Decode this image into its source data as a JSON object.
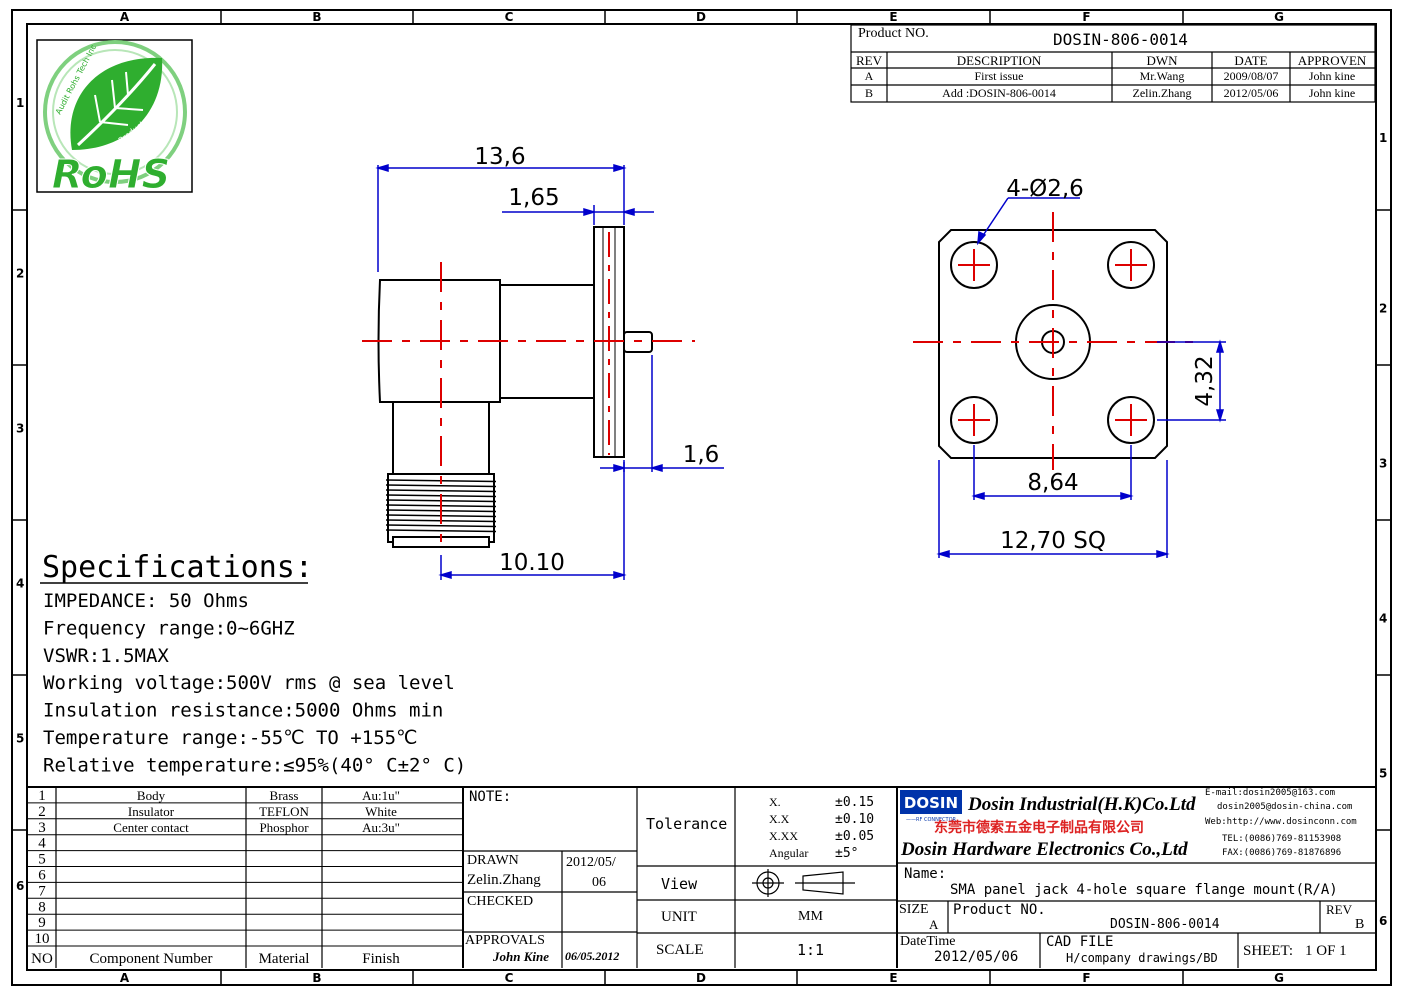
{
  "border": {
    "cols": [
      "A",
      "B",
      "C",
      "D",
      "E",
      "F",
      "G"
    ],
    "rows": [
      "1",
      "2",
      "3",
      "4",
      "5",
      "6"
    ]
  },
  "logo": {
    "text": "RoHS",
    "ring_top": "Audit Rohs Tech Inc",
    "ring_side": "Green Product",
    "color": "#22aa22"
  },
  "revision_block": {
    "product_no_label": "Product NO.",
    "product_no": "DOSIN-806-0014",
    "headers": [
      "REV",
      "DESCRIPTION",
      "DWN",
      "DATE",
      "APPROVEN"
    ],
    "rows": [
      [
        "A",
        "First issue",
        "Mr.Wang",
        "2009/08/07",
        "John kine"
      ],
      [
        "B",
        "Add :DOSIN-806-0014",
        "Zelin.Zhang",
        "2012/05/06",
        "John kine"
      ]
    ]
  },
  "dimensions": {
    "side_overall": "13,6",
    "flange_thickness": "1,65",
    "pin_length": "1,6",
    "body_length": "10.10",
    "holes": "4-Ø2,6",
    "hole_spacing_v": "4,32",
    "hole_spacing_h": "8,64",
    "flange_size": "12,70 SQ"
  },
  "specifications": {
    "title": "Specifications:",
    "lines": [
      "IMPEDANCE: 50 Ohms",
      "Frequency range:0~6GHZ",
      "VSWR:1.5MAX",
      "Working voltage:500V rms @ sea level",
      "Insulation resistance:5000 Ohms min",
      "Temperature range:-55℃ TO +155℃",
      "Relative temperature:≤95%(40° C±2° C)"
    ]
  },
  "bom": {
    "rows": [
      [
        "1",
        "Body",
        "Brass",
        "Au:1u\""
      ],
      [
        "2",
        "Insulator",
        "TEFLON",
        "White"
      ],
      [
        "3",
        "Center contact",
        "Phosphor",
        "Au:3u\""
      ],
      [
        "4",
        "",
        "",
        ""
      ],
      [
        "5",
        "",
        "",
        ""
      ],
      [
        "6",
        "",
        "",
        ""
      ],
      [
        "7",
        "",
        "",
        ""
      ],
      [
        "8",
        "",
        "",
        ""
      ],
      [
        "9",
        "",
        "",
        ""
      ],
      [
        "10",
        "",
        "",
        ""
      ]
    ],
    "footer": [
      "NO",
      "Component Number",
      "Material",
      "Finish"
    ]
  },
  "title_block": {
    "note_label": "NOTE:",
    "drawn_label": "DRAWN",
    "drawn_name": "Zelin.Zhang",
    "drawn_date_1": "2012/05/",
    "drawn_date_2": "06",
    "checked_label": "CHECKED",
    "approvals_label": "APPROVALS",
    "approvals_sign": "John Kine",
    "approvals_date": "06/05.2012",
    "tolerance_label": "Tolerance",
    "tolerances": [
      [
        "X.",
        "±0.15"
      ],
      [
        "X.X",
        "±0.10"
      ],
      [
        "X.XX",
        "±0.05"
      ],
      [
        "Angular",
        "±5°"
      ]
    ],
    "view_label": "View",
    "unit_label": "UNIT",
    "unit_value": "MM",
    "scale_label": "SCALE",
    "scale_value": "1:1",
    "company_logo": "DOSIN",
    "company_logo_sub": "——RF CONNECTOR",
    "company_en_1": "Dosin Industrial(H.K)Co.Ltd",
    "company_cn": "东莞市德索五金电子制品有限公司",
    "company_en_2": "Dosin Hardware Electronics Co.,Ltd",
    "contact": [
      "E-mail:dosin2005@163.com",
      "dosin2005@dosin-china.com",
      "Web:http://www.dosinconn.com",
      "TEL:(0086)769-81153908",
      "FAX:(0086)769-81876896"
    ],
    "name_label": "Name:",
    "name_value": "SMA panel jack 4-hole square flange mount(R/A)",
    "size_label": "SIZE",
    "size_value": "A",
    "product_no_label": "Product NO.",
    "product_no": "DOSIN-806-0014",
    "rev_label": "REV",
    "rev_value": "B",
    "datetime_label": "DateTime",
    "datetime_value": "2012/05/06",
    "cad_label": "CAD FILE",
    "cad_value": "H/company drawings/BD",
    "sheet_label": "SHEET:",
    "sheet_value": "1 OF 1"
  },
  "colors": {
    "dim": "#0000cc",
    "center": "#dd0000",
    "cn_text": "#dd2222",
    "logo_blue": "#0033aa"
  }
}
